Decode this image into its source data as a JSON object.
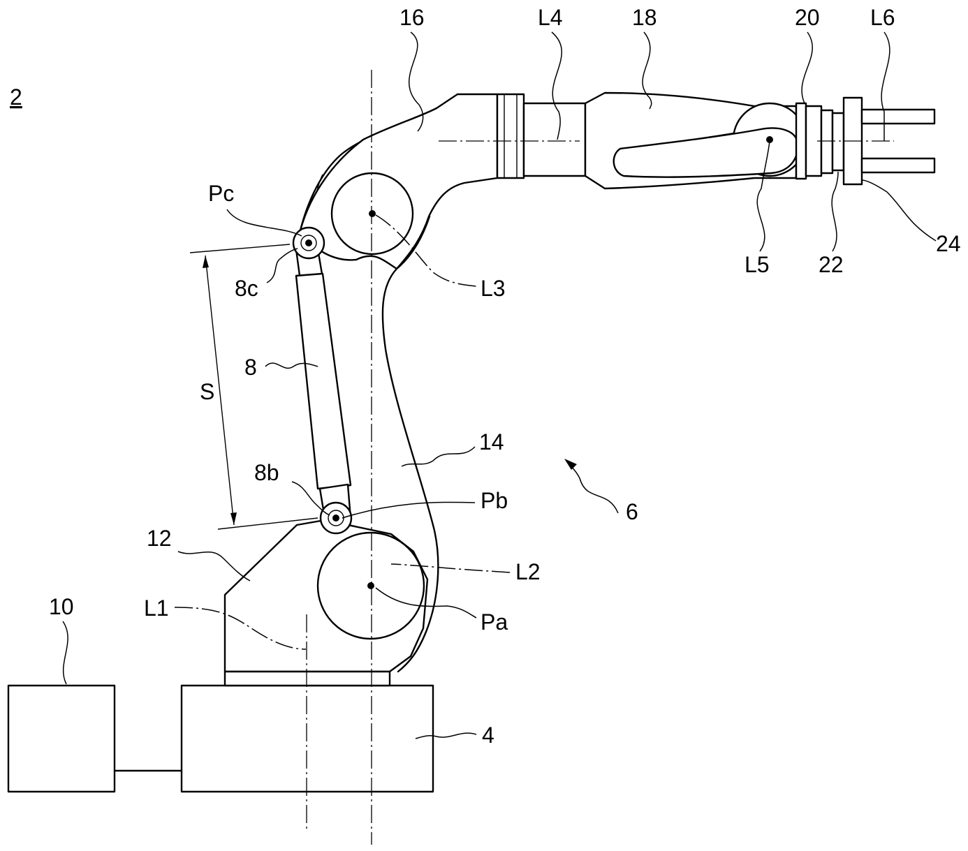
{
  "figure_label": "2",
  "labels": {
    "l16": "16",
    "lL4": "L4",
    "l18": "18",
    "l20": "20",
    "lL6": "L6",
    "lPc": "Pc",
    "l8c": "8c",
    "lL3": "L3",
    "lL5": "L5",
    "l22": "22",
    "l24": "24",
    "l8": "8",
    "lS": "S",
    "l14": "14",
    "l8b": "8b",
    "lPb": "Pb",
    "l6": "6",
    "l12": "12",
    "lL2": "L2",
    "l10": "10",
    "lL1": "L1",
    "lPa": "Pa",
    "l4": "4"
  }
}
